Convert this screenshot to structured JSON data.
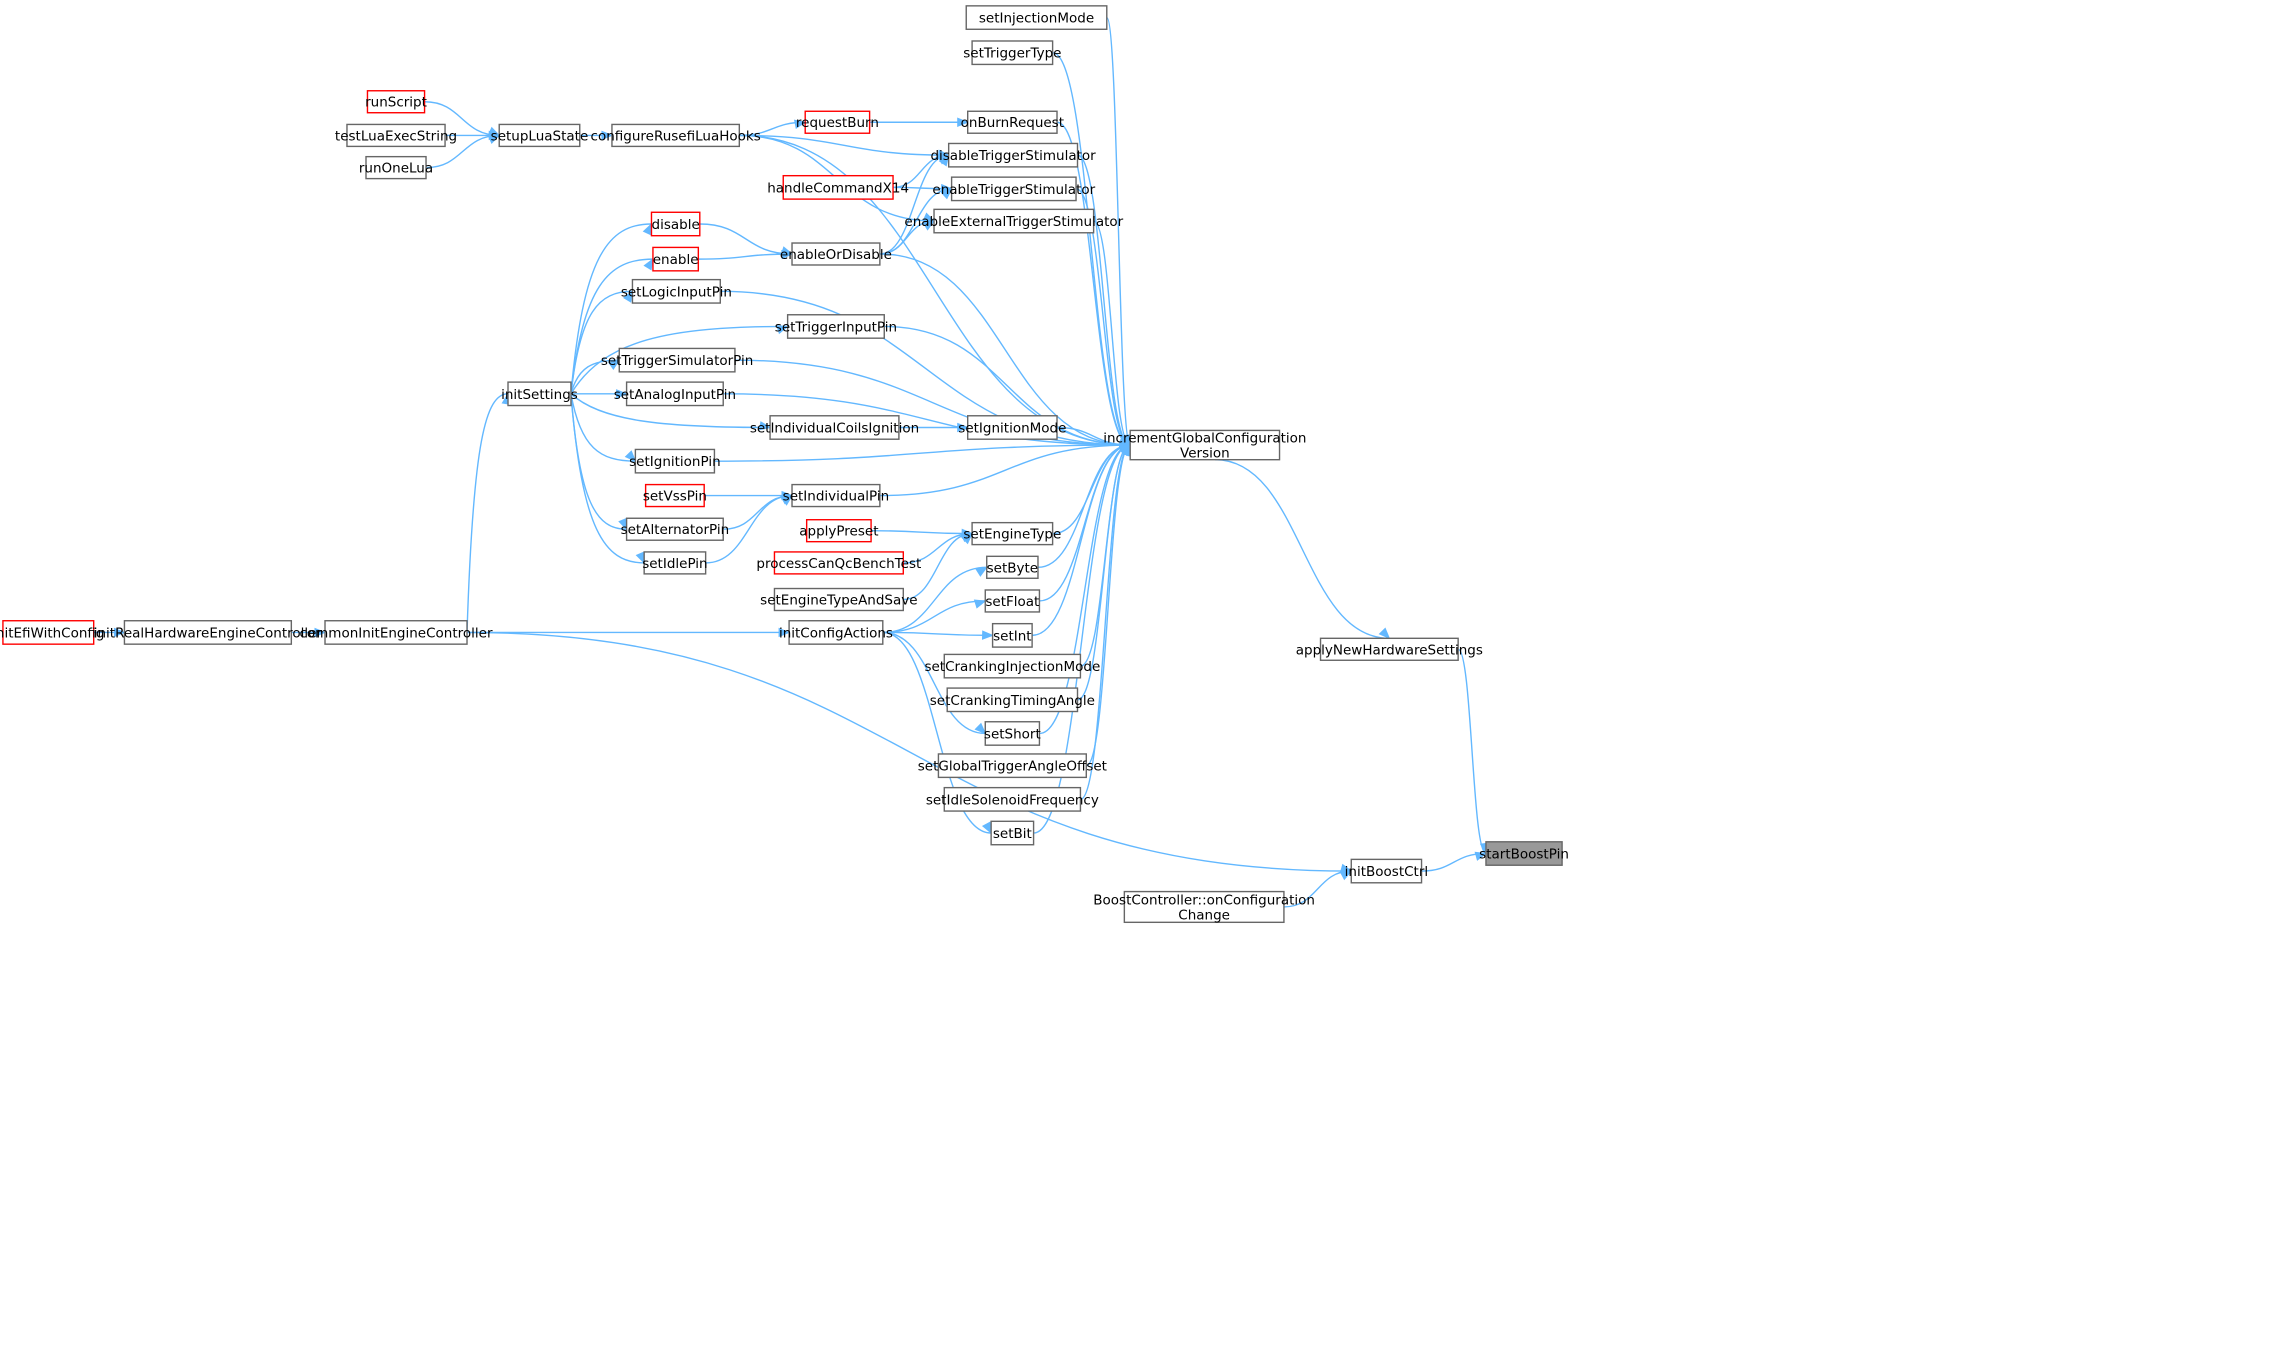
{
  "graph": {
    "nodes": [
      {
        "id": "setInjectionMode",
        "lines": [
          "setInjectionMode"
        ],
        "style": "normal"
      },
      {
        "id": "setTriggerType",
        "lines": [
          "setTriggerType"
        ],
        "style": "normal"
      },
      {
        "id": "onBurnRequest",
        "lines": [
          "onBurnRequest"
        ],
        "style": "normal"
      },
      {
        "id": "requestBurn",
        "lines": [
          "requestBurn"
        ],
        "style": "red"
      },
      {
        "id": "runScript",
        "lines": [
          "runScript"
        ],
        "style": "red"
      },
      {
        "id": "testLuaExecString",
        "lines": [
          "testLuaExecString"
        ],
        "style": "normal"
      },
      {
        "id": "runOneLua",
        "lines": [
          "runOneLua"
        ],
        "style": "normal"
      },
      {
        "id": "setupLuaState",
        "lines": [
          "setupLuaState"
        ],
        "style": "normal"
      },
      {
        "id": "configureRusefiLuaHooks",
        "lines": [
          "configureRusefiLuaHooks"
        ],
        "style": "normal"
      },
      {
        "id": "disableTriggerStimulator",
        "lines": [
          "disableTriggerStimulator"
        ],
        "style": "normal"
      },
      {
        "id": "handleCommandX14",
        "lines": [
          "handleCommandX14"
        ],
        "style": "red"
      },
      {
        "id": "enableTriggerStimulator",
        "lines": [
          "enableTriggerStimulator"
        ],
        "style": "normal"
      },
      {
        "id": "enableExternalTriggerStimulator",
        "lines": [
          "enableExternalTriggerStimulator"
        ],
        "style": "normal"
      },
      {
        "id": "disable",
        "lines": [
          "disable"
        ],
        "style": "red"
      },
      {
        "id": "enable",
        "lines": [
          "enable"
        ],
        "style": "red"
      },
      {
        "id": "enableOrDisable",
        "lines": [
          "enableOrDisable"
        ],
        "style": "normal"
      },
      {
        "id": "setLogicInputPin",
        "lines": [
          "setLogicInputPin"
        ],
        "style": "normal"
      },
      {
        "id": "setTriggerInputPin",
        "lines": [
          "setTriggerInputPin"
        ],
        "style": "normal"
      },
      {
        "id": "setTriggerSimulatorPin",
        "lines": [
          "setTriggerSimulatorPin"
        ],
        "style": "normal"
      },
      {
        "id": "initSettings",
        "lines": [
          "initSettings"
        ],
        "style": "normal"
      },
      {
        "id": "setAnalogInputPin",
        "lines": [
          "setAnalogInputPin"
        ],
        "style": "normal"
      },
      {
        "id": "setIndividualCoilsIgnition",
        "lines": [
          "setIndividualCoilsIgnition"
        ],
        "style": "normal"
      },
      {
        "id": "setIgnitionMode",
        "lines": [
          "setIgnitionMode"
        ],
        "style": "normal"
      },
      {
        "id": "incrementGlobalConfigurationVersion",
        "lines": [
          "incrementGlobalConfiguration",
          "Version"
        ],
        "style": "normal"
      },
      {
        "id": "setIgnitionPin",
        "lines": [
          "setIgnitionPin"
        ],
        "style": "normal"
      },
      {
        "id": "setVssPin",
        "lines": [
          "setVssPin"
        ],
        "style": "red"
      },
      {
        "id": "setIndividualPin",
        "lines": [
          "setIndividualPin"
        ],
        "style": "normal"
      },
      {
        "id": "setAlternatorPin",
        "lines": [
          "setAlternatorPin"
        ],
        "style": "normal"
      },
      {
        "id": "applyPreset",
        "lines": [
          "applyPreset"
        ],
        "style": "red"
      },
      {
        "id": "setEngineType",
        "lines": [
          "setEngineType"
        ],
        "style": "normal"
      },
      {
        "id": "processCanQcBenchTest",
        "lines": [
          "processCanQcBenchTest"
        ],
        "style": "red"
      },
      {
        "id": "setIdlePin",
        "lines": [
          "setIdlePin"
        ],
        "style": "normal"
      },
      {
        "id": "setByte",
        "lines": [
          "setByte"
        ],
        "style": "normal"
      },
      {
        "id": "setEngineTypeAndSave",
        "lines": [
          "setEngineTypeAndSave"
        ],
        "style": "normal"
      },
      {
        "id": "setFloat",
        "lines": [
          "setFloat"
        ],
        "style": "normal"
      },
      {
        "id": "initEfiWithConfig",
        "lines": [
          "initEfiWithConfig"
        ],
        "style": "red"
      },
      {
        "id": "initRealHardwareEngineController",
        "lines": [
          "initRealHardwareEngineController"
        ],
        "style": "normal"
      },
      {
        "id": "commonInitEngineController",
        "lines": [
          "commonInitEngineController"
        ],
        "style": "normal"
      },
      {
        "id": "initConfigActions",
        "lines": [
          "initConfigActions"
        ],
        "style": "normal"
      },
      {
        "id": "setInt",
        "lines": [
          "setInt"
        ],
        "style": "normal"
      },
      {
        "id": "applyNewHardwareSettings",
        "lines": [
          "applyNewHardwareSettings"
        ],
        "style": "normal"
      },
      {
        "id": "setCrankingInjectionMode",
        "lines": [
          "setCrankingInjectionMode"
        ],
        "style": "normal"
      },
      {
        "id": "setCrankingTimingAngle",
        "lines": [
          "setCrankingTimingAngle"
        ],
        "style": "normal"
      },
      {
        "id": "setShort",
        "lines": [
          "setShort"
        ],
        "style": "normal"
      },
      {
        "id": "setGlobalTriggerAngleOffset",
        "lines": [
          "setGlobalTriggerAngleOffset"
        ],
        "style": "normal"
      },
      {
        "id": "setIdleSolenoidFrequency",
        "lines": [
          "setIdleSolenoidFrequency"
        ],
        "style": "normal"
      },
      {
        "id": "setBit",
        "lines": [
          "setBit"
        ],
        "style": "normal"
      },
      {
        "id": "startBoostPin",
        "lines": [
          "startBoostPin"
        ],
        "style": "root"
      },
      {
        "id": "initBoostCtrl",
        "lines": [
          "initBoostCtrl"
        ],
        "style": "normal"
      },
      {
        "id": "BoostControllerOnConfigurationChange",
        "lines": [
          "BoostController::onConfiguration",
          "Change"
        ],
        "style": "normal"
      }
    ],
    "edges": [
      [
        "runScript",
        "setupLuaState"
      ],
      [
        "testLuaExecString",
        "setupLuaState"
      ],
      [
        "runOneLua",
        "setupLuaState"
      ],
      [
        "setupLuaState",
        "configureRusefiLuaHooks"
      ],
      [
        "configureRusefiLuaHooks",
        "requestBurn"
      ],
      [
        "requestBurn",
        "onBurnRequest"
      ],
      [
        "configureRusefiLuaHooks",
        "disableTriggerStimulator"
      ],
      [
        "configureRusefiLuaHooks",
        "enableExternalTriggerStimulator"
      ],
      [
        "configureRusefiLuaHooks",
        "incrementGlobalConfigurationVersion"
      ],
      [
        "handleCommandX14",
        "disableTriggerStimulator"
      ],
      [
        "handleCommandX14",
        "enableTriggerStimulator"
      ],
      [
        "enableOrDisable",
        "disableTriggerStimulator"
      ],
      [
        "enableOrDisable",
        "enableTriggerStimulator"
      ],
      [
        "enableOrDisable",
        "enableExternalTriggerStimulator"
      ],
      [
        "disable",
        "enableOrDisable"
      ],
      [
        "enable",
        "enableOrDisable"
      ],
      [
        "initSettings",
        "disable"
      ],
      [
        "initSettings",
        "enable"
      ],
      [
        "initSettings",
        "setLogicInputPin"
      ],
      [
        "initSettings",
        "setTriggerInputPin"
      ],
      [
        "initSettings",
        "setTriggerSimulatorPin"
      ],
      [
        "initSettings",
        "setAnalogInputPin"
      ],
      [
        "initSettings",
        "setIndividualCoilsIgnition"
      ],
      [
        "initSettings",
        "setIgnitionPin"
      ],
      [
        "initSettings",
        "setAlternatorPin"
      ],
      [
        "initSettings",
        "setIdlePin"
      ],
      [
        "setIndividualCoilsIgnition",
        "setIgnitionMode"
      ],
      [
        "setVssPin",
        "setIndividualPin"
      ],
      [
        "setAlternatorPin",
        "setIndividualPin"
      ],
      [
        "setIdlePin",
        "setIndividualPin"
      ],
      [
        "applyPreset",
        "setEngineType"
      ],
      [
        "processCanQcBenchTest",
        "setEngineType"
      ],
      [
        "setEngineTypeAndSave",
        "setEngineType"
      ],
      [
        "initConfigActions",
        "setByte"
      ],
      [
        "initConfigActions",
        "setFloat"
      ],
      [
        "initConfigActions",
        "setInt"
      ],
      [
        "initConfigActions",
        "setShort"
      ],
      [
        "initConfigActions",
        "setBit"
      ],
      [
        "initEfiWithConfig",
        "initRealHardwareEngineController"
      ],
      [
        "initRealHardwareEngineController",
        "commonInitEngineController"
      ],
      [
        "commonInitEngineController",
        "initSettings"
      ],
      [
        "commonInitEngineController",
        "initConfigActions"
      ],
      [
        "commonInitEngineController",
        "initBoostCtrl"
      ],
      [
        "setInjectionMode",
        "incrementGlobalConfigurationVersion"
      ],
      [
        "setTriggerType",
        "incrementGlobalConfigurationVersion"
      ],
      [
        "onBurnRequest",
        "incrementGlobalConfigurationVersion"
      ],
      [
        "disableTriggerStimulator",
        "incrementGlobalConfigurationVersion"
      ],
      [
        "enableTriggerStimulator",
        "incrementGlobalConfigurationVersion"
      ],
      [
        "enableExternalTriggerStimulator",
        "incrementGlobalConfigurationVersion"
      ],
      [
        "enableOrDisable",
        "incrementGlobalConfigurationVersion"
      ],
      [
        "setLogicInputPin",
        "incrementGlobalConfigurationVersion"
      ],
      [
        "setTriggerInputPin",
        "incrementGlobalConfigurationVersion"
      ],
      [
        "setTriggerSimulatorPin",
        "incrementGlobalConfigurationVersion"
      ],
      [
        "setAnalogInputPin",
        "incrementGlobalConfigurationVersion"
      ],
      [
        "setIgnitionMode",
        "incrementGlobalConfigurationVersion"
      ],
      [
        "setIgnitionPin",
        "incrementGlobalConfigurationVersion"
      ],
      [
        "setIndividualPin",
        "incrementGlobalConfigurationVersion"
      ],
      [
        "setEngineType",
        "incrementGlobalConfigurationVersion"
      ],
      [
        "setByte",
        "incrementGlobalConfigurationVersion"
      ],
      [
        "setFloat",
        "incrementGlobalConfigurationVersion"
      ],
      [
        "setInt",
        "incrementGlobalConfigurationVersion"
      ],
      [
        "setCrankingInjectionMode",
        "incrementGlobalConfigurationVersion"
      ],
      [
        "setCrankingTimingAngle",
        "incrementGlobalConfigurationVersion"
      ],
      [
        "setShort",
        "incrementGlobalConfigurationVersion"
      ],
      [
        "setGlobalTriggerAngleOffset",
        "incrementGlobalConfigurationVersion"
      ],
      [
        "setIdleSolenoidFrequency",
        "incrementGlobalConfigurationVersion"
      ],
      [
        "setBit",
        "incrementGlobalConfigurationVersion"
      ],
      [
        "incrementGlobalConfigurationVersion",
        "applyNewHardwareSettings"
      ],
      [
        "applyNewHardwareSettings",
        "startBoostPin"
      ],
      [
        "initBoostCtrl",
        "startBoostPin"
      ],
      [
        "BoostControllerOnConfigurationChange",
        "initBoostCtrl"
      ]
    ]
  }
}
